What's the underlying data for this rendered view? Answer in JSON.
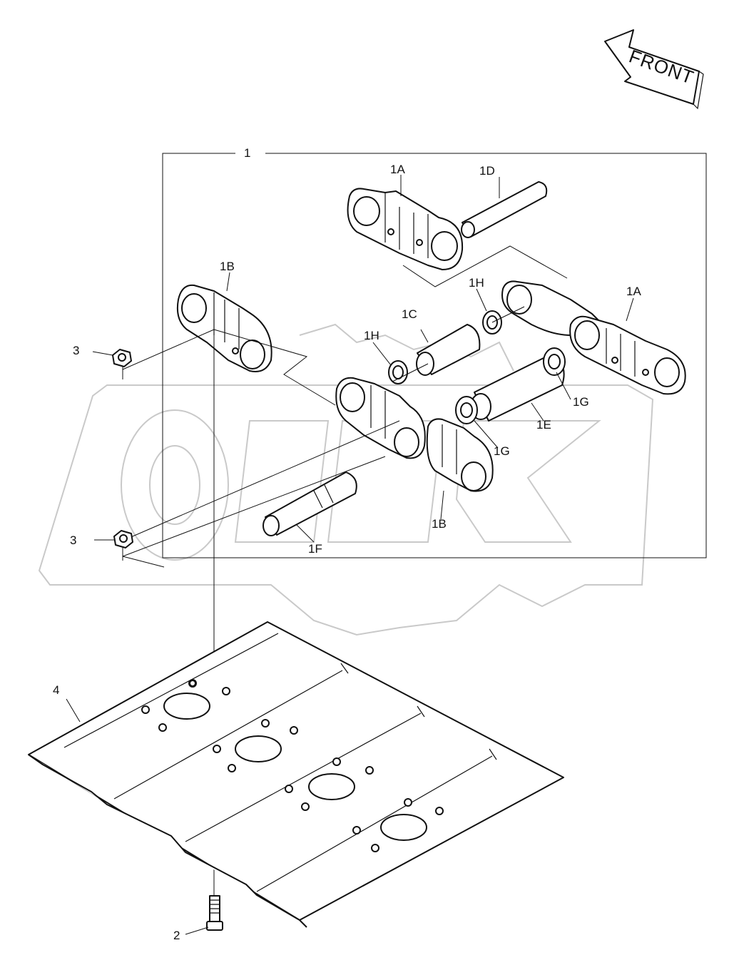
{
  "direction_indicator": {
    "label": "FRONT"
  },
  "assembly": {
    "label": "1"
  },
  "callouts": {
    "c_1A_top": "1A",
    "c_1D": "1D",
    "c_1B_left": "1B",
    "c_1A_right": "1A",
    "c_1H_top": "1H",
    "c_1C": "1C",
    "c_1H_mid": "1H",
    "c_1G_right": "1G",
    "c_1E": "1E",
    "c_1G_mid": "1G",
    "c_1F": "1F",
    "c_1B_bottom": "1B",
    "c_3_top": "3",
    "c_3_bottom": "3",
    "c_4": "4",
    "c_2": "2"
  },
  "colors": {
    "line": "#111111",
    "watermark": "#c9c9c9",
    "background": "#ffffff"
  }
}
